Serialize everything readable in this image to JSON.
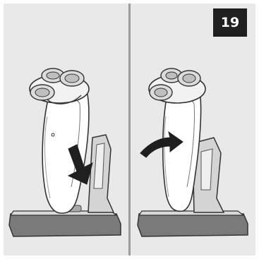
{
  "page": {
    "number": "19"
  },
  "panels": [
    {
      "id": "left",
      "arrow": "down"
    },
    {
      "id": "right",
      "arrow": "curved-right"
    }
  ],
  "colors": {
    "background": "#e9e9e9",
    "divider": "#9d9d9d",
    "badge": "#1f1f1f",
    "arrow": "#1f1f1f",
    "stand": "#7a7a7a"
  }
}
